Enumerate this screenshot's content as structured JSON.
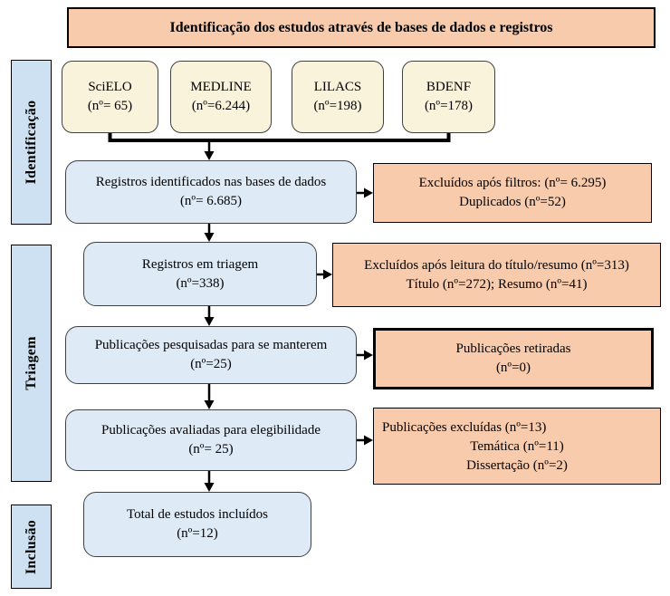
{
  "title": "Identificação dos estudos através de bases de dados e registros",
  "sidebar": {
    "identificacao": "Identificação",
    "triagem": "Triagem",
    "inclusao": "Inclusão"
  },
  "databases": [
    {
      "name": "SciELO",
      "count": "(nº= 65)"
    },
    {
      "name": "MEDLINE",
      "count": "(nº=6.244)"
    },
    {
      "name": "LILACS",
      "count": "(nº=198)"
    },
    {
      "name": "BDENF",
      "count": "(nº=178)"
    }
  ],
  "flow": {
    "identified": {
      "line1": "Registros identificados nas bases de dados",
      "line2": "(nº= 6.685)"
    },
    "screening": {
      "line1": "Registros em triagem",
      "line2": "(nº=338)"
    },
    "retained": {
      "line1": "Publicações pesquisadas para se manterem",
      "line2": "(nº=25)"
    },
    "assessed": {
      "line1": "Publicações avaliadas para elegibilidade",
      "line2": "(nº= 25)"
    },
    "included": {
      "line1": "Total de estudos incluídos",
      "line2": "(nº=12)"
    }
  },
  "excluded": {
    "filters": {
      "line1": "Excluídos após filtros: (nº= 6.295)",
      "line2": "Duplicados (nº=52)"
    },
    "title_abstract": {
      "line1": "Excluídos após leitura do título/resumo (nº=313)",
      "line2": "Título (nº=272); Resumo (nº=41)"
    },
    "withdrawn": {
      "line1": "Publicações retiradas",
      "line2": "(nº=0)"
    },
    "eligibility": {
      "line1": "Publicações excluídas (nº=13)",
      "line2": "Temática (nº=11)",
      "line3": "Dissertação (nº=2)"
    }
  },
  "colors": {
    "banner_fill": "#F8CBAD",
    "exclusion_fill": "#F8CBAD",
    "database_fill": "#FAF3DC",
    "process_fill": "#DEEBF7",
    "sidebar_fill": "#CDE1F2",
    "process_border": "#404040",
    "black_border": "#000000"
  }
}
